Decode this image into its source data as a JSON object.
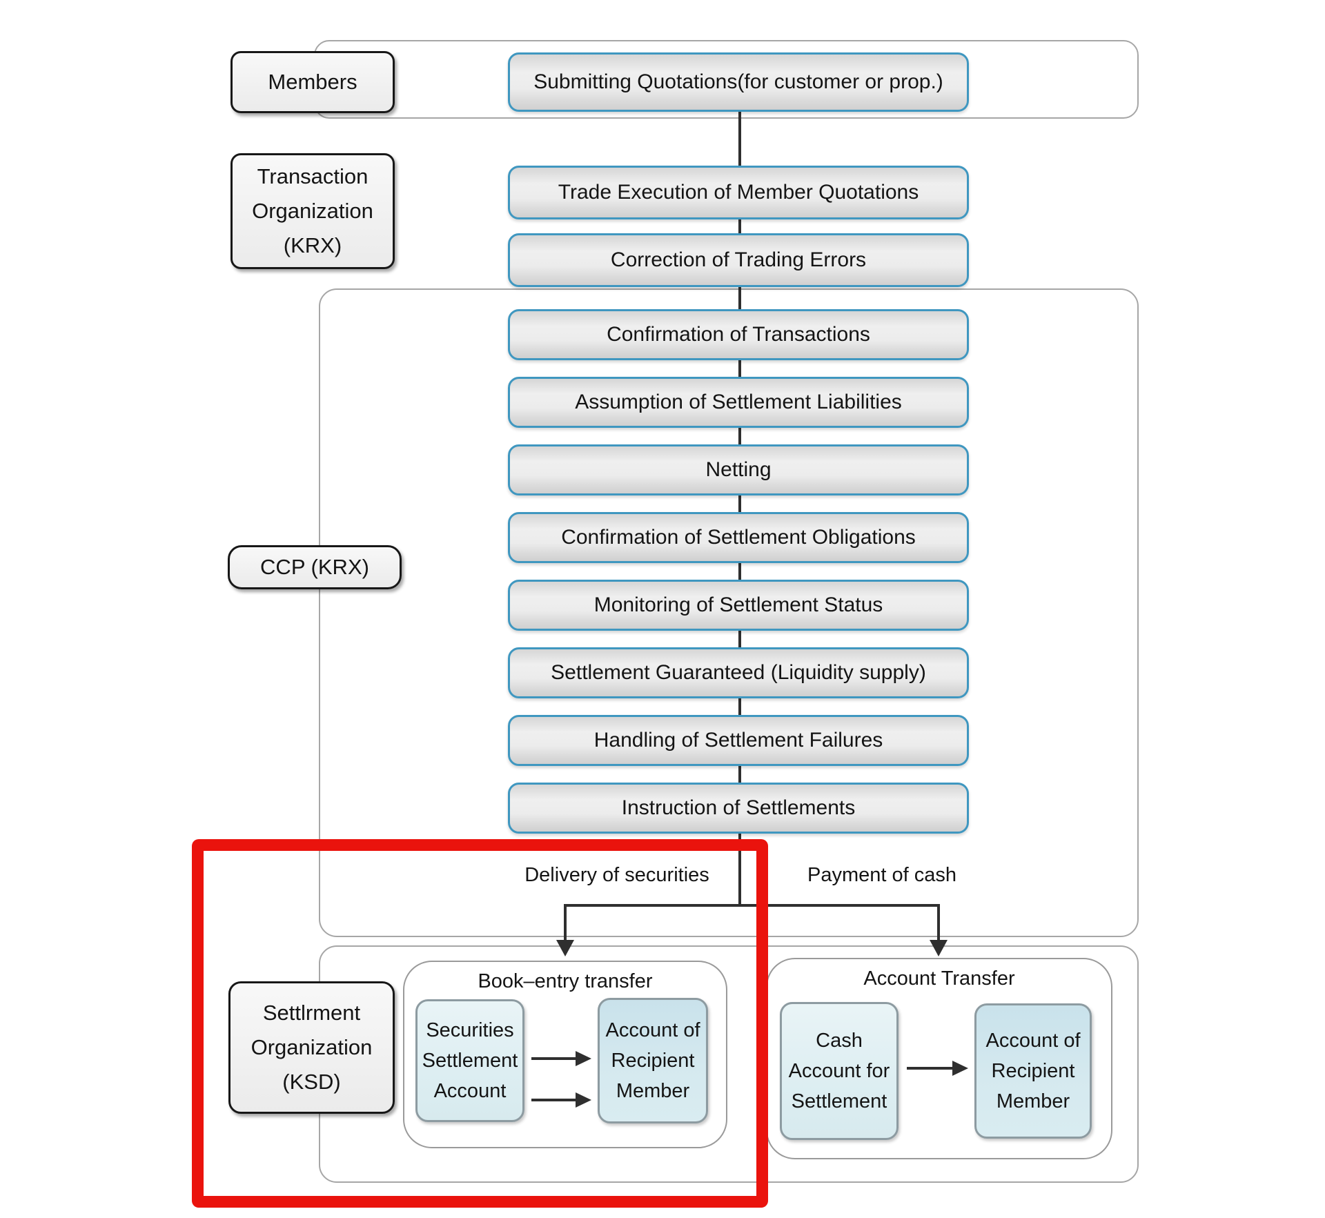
{
  "colors": {
    "process_border": "#3f97c0",
    "red_highlight": "#ea130d",
    "connector_line": "#2f2f2f",
    "account_box_fill": "#ddeef2",
    "recipient_box_fill": "#cde5ec"
  },
  "actors": {
    "members": "Members",
    "transaction_org": [
      "Transaction",
      "Organization",
      "(KRX)"
    ],
    "ccp": "CCP (KRX)",
    "ksd": [
      "Settlrment",
      "Organization",
      "(KSD)"
    ]
  },
  "member_lane": {
    "submitting": "Submitting Quotations(for customer or prop.)"
  },
  "transaction_lane": {
    "trade_execution": "Trade Execution of Member Quotations",
    "correction": "Correction of Trading Errors"
  },
  "ccp_lane": {
    "steps": [
      "Confirmation of Transactions",
      "Assumption of Settlement Liabilities",
      "Netting",
      "Confirmation of Settlement Obligations",
      "Monitoring of Settlement Status",
      "Settlement Guaranteed (Liquidity supply)",
      "Handling of Settlement Failures",
      "Instruction of Settlements"
    ]
  },
  "branch_labels": {
    "delivery": "Delivery of securities",
    "payment": "Payment of cash"
  },
  "ksd_lane": {
    "book_entry": {
      "title": "Book–entry transfer",
      "source_lines": [
        "Securities",
        "Settlement",
        "Account"
      ],
      "target_lines": [
        "Account of",
        "Recipient",
        "Member"
      ]
    },
    "account_transfer": {
      "title": "Account Transfer",
      "source_lines": [
        "Cash",
        "Account for",
        "Settlement"
      ],
      "target_lines": [
        "Account of",
        "Recipient",
        "Member"
      ]
    }
  }
}
